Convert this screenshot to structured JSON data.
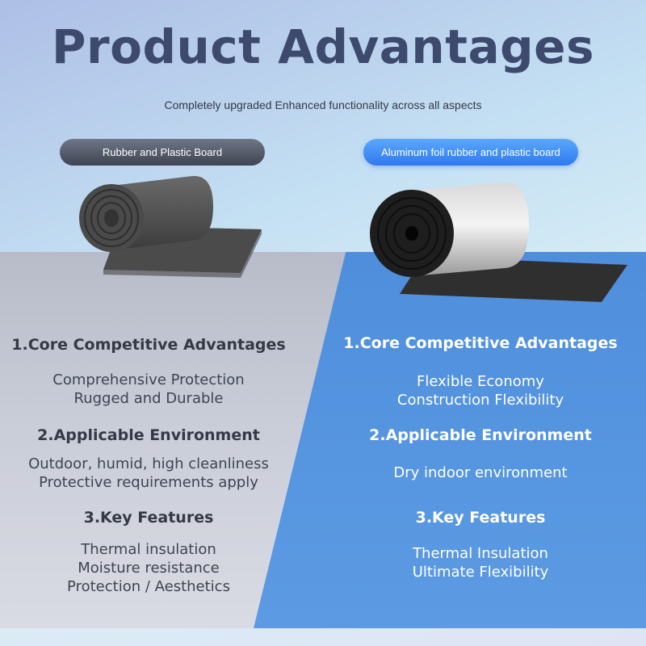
{
  "header": {
    "title": "Product Advantages",
    "subtitle": "Completely upgraded Enhanced functionality across all aspects"
  },
  "products": {
    "left": {
      "label": "Rubber and Plastic Board",
      "sections": [
        {
          "heading": "1.Core Competitive Advantages",
          "lines": [
            "Comprehensive Protection",
            "Rugged and Durable"
          ]
        },
        {
          "heading": "2.Applicable Environment",
          "lines": [
            "Outdoor, humid, high cleanliness",
            "Protective requirements apply"
          ]
        },
        {
          "heading": "3.Key Features",
          "lines": [
            "Thermal insulation",
            "Moisture resistance",
            "Protection / Aesthetics"
          ]
        }
      ]
    },
    "right": {
      "label": "Aluminum foil rubber and plastic board",
      "sections": [
        {
          "heading": "1.Core Competitive Advantages",
          "lines": [
            "Flexible Economy",
            "Construction Flexibility"
          ]
        },
        {
          "heading": "2.Applicable Environment",
          "lines": [
            "Dry indoor environment"
          ]
        },
        {
          "heading": "3.Key Features",
          "lines": [
            "Thermal Insulation",
            "Ultimate Flexibility"
          ]
        }
      ]
    }
  },
  "colors": {
    "title": "#3d4a6d",
    "left_pill": "#4a4f5c",
    "right_pill": "#3b86f5",
    "right_panel": "#5695e0",
    "left_panel": "#c5c9d4"
  }
}
